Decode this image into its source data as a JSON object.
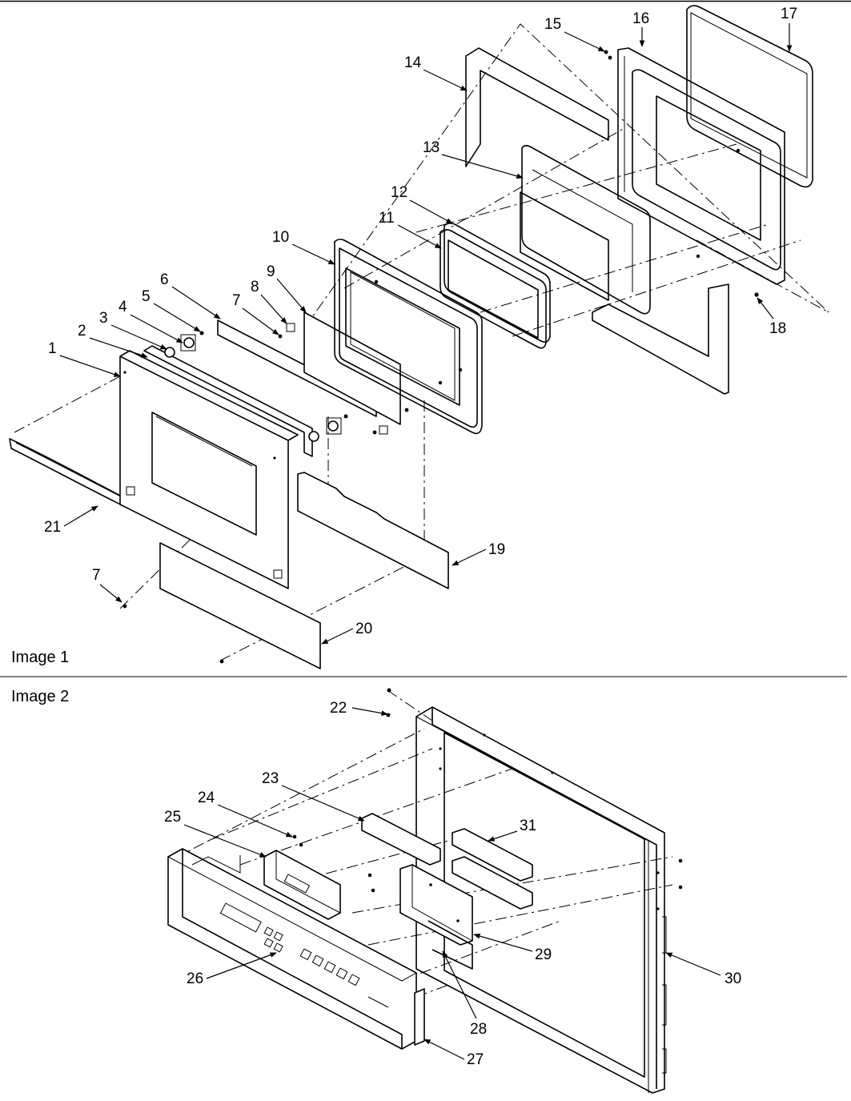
{
  "panels": [
    {
      "caption": "Image 1"
    },
    {
      "caption": "Image 2"
    }
  ],
  "callouts": [
    "1",
    "2",
    "3",
    "4",
    "5",
    "6",
    "7",
    "8",
    "9",
    "10",
    "11",
    "12",
    "13",
    "14",
    "15",
    "16",
    "17",
    "18",
    "19",
    "20",
    "21",
    "7",
    "22",
    "23",
    "24",
    "25",
    "26",
    "27",
    "28",
    "29",
    "30",
    "31"
  ],
  "colors": {
    "line": "#000000",
    "background": "#ffffff"
  }
}
